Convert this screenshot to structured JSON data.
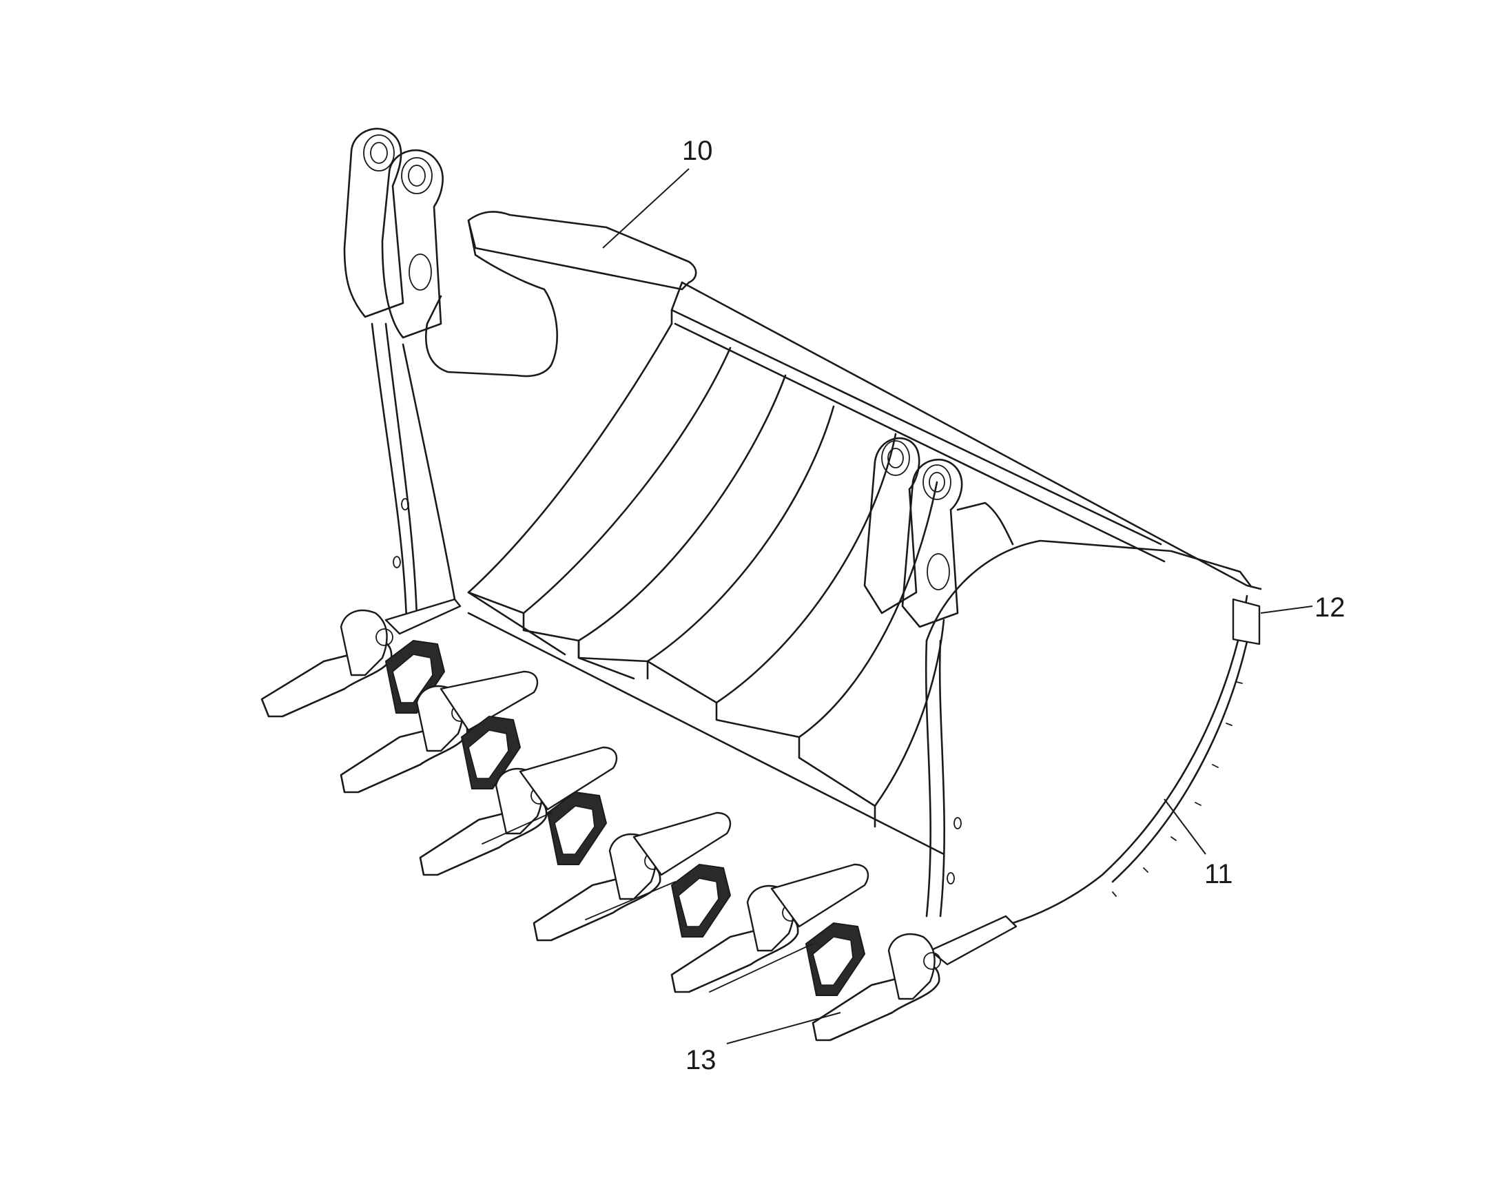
{
  "callouts": [
    {
      "id": "10",
      "label": "10"
    },
    {
      "id": "11",
      "label": "11"
    },
    {
      "id": "12",
      "label": "12"
    },
    {
      "id": "13",
      "label": "13"
    }
  ]
}
